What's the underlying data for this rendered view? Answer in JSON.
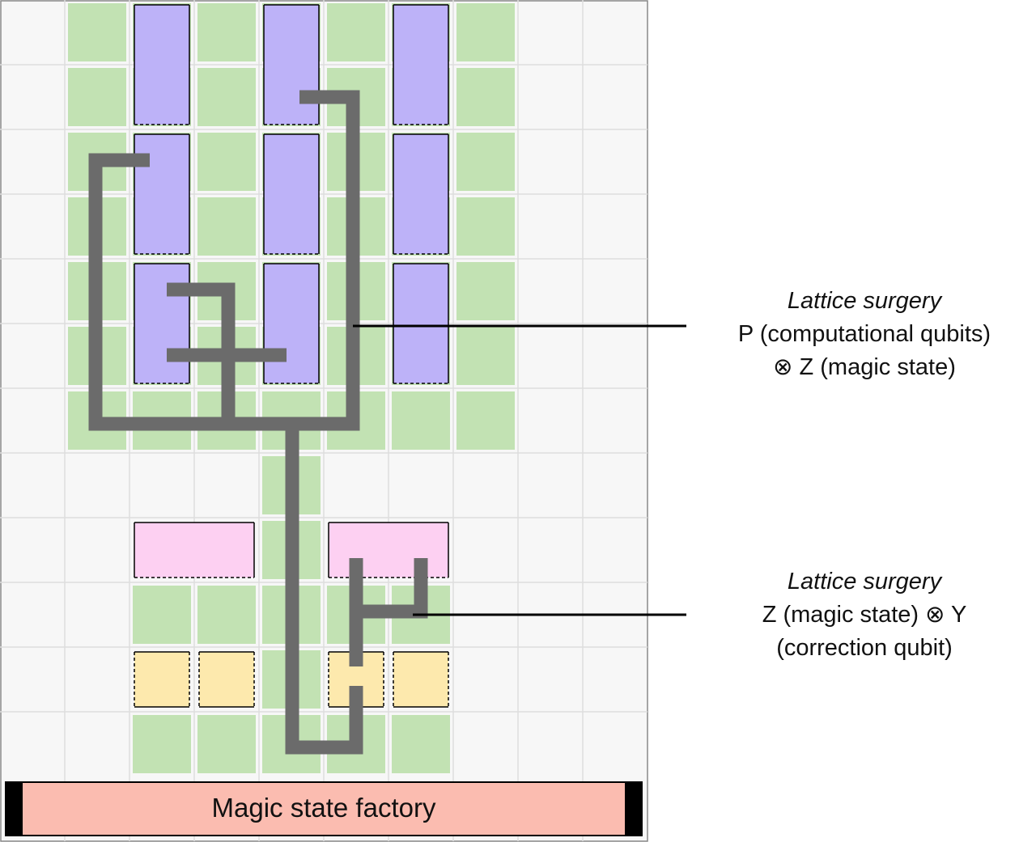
{
  "colors": {
    "background": "#f7f7f7",
    "grid_line": "#dddddd",
    "routing_tile": "#c2e2b3",
    "computational_qubit": "#bdb2f8",
    "magic_state": "#fdd0f2",
    "correction_qubit": "#fde9ad",
    "factory": "#fbbcb0",
    "path": "#6b6b6b",
    "leader_line": "#000000"
  },
  "callouts": [
    {
      "title": "Lattice surgery",
      "lines": [
        "P (computational qubits)",
        "⊗ Z (magic state)"
      ]
    },
    {
      "title": "Lattice surgery",
      "lines": [
        "Z (magic state) ⊗ Y",
        "(correction qubit)"
      ]
    }
  ],
  "factory": {
    "label": "Magic state factory"
  }
}
